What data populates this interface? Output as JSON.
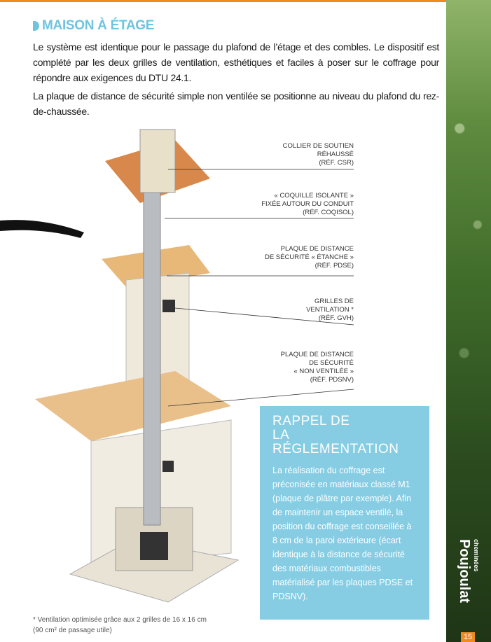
{
  "heading": "MAISON À ÉTAGE",
  "intro": [
    "Le système est identique pour le passage du plafond de l’étage et des combles. Le dispositif est complété par les deux grilles de ventilation, esthétiques et faciles à poser sur le coffrage pour répondre aux exigences du DTU 24.1.",
    "La plaque de distance de sécurité simple non ventilée se positionne au niveau du plafond du rez-de-chaussée."
  ],
  "labels": [
    {
      "lines": [
        "COLLIER DE SOUTIEN",
        "RÉHAUSSÉ",
        "(RÉF. CSR)"
      ]
    },
    {
      "lines": [
        "« COQUILLE ISOLANTE »",
        "FIXÉE AUTOUR DU CONDUIT",
        "(RÉF. COQISOL)"
      ]
    },
    {
      "lines": [
        "PLAQUE DE DISTANCE",
        "DE SÉCURITÉ « ÉTANCHE »",
        "(RÉF. PDSE)"
      ]
    },
    {
      "lines": [
        "GRILLES DE",
        "VENTILATION *",
        "(RÉF. GVH)"
      ]
    },
    {
      "lines": [
        "PLAQUE DE DISTANCE",
        "DE SÉCURITÉ",
        "« NON VENTILÉE »",
        "(RÉF. PDSNV)"
      ]
    }
  ],
  "rappel": {
    "title_1": "RAPPEL DE",
    "title_2": "LA RÉGLEMENTATION",
    "text": "La réalisation du coffrage est préconisée en matériaux classé M1 (plaque de plâtre par exemple). Afin de maintenir un espace ventilé, la position du coffrage est conseillée à 8 cm de la paroi extérieure (écart identique à la distance de sécurité des matériaux combustibles matérialisé par les plaques PDSE et PDSNV)."
  },
  "footnote": [
    "* Ventilation optimisée grâce aux 2 grilles de 16 x 16 cm",
    "(90 cm² de passage utile)"
  ],
  "brand": {
    "small": "cheminées",
    "name": "Poujoulat"
  },
  "page_number": "15"
}
